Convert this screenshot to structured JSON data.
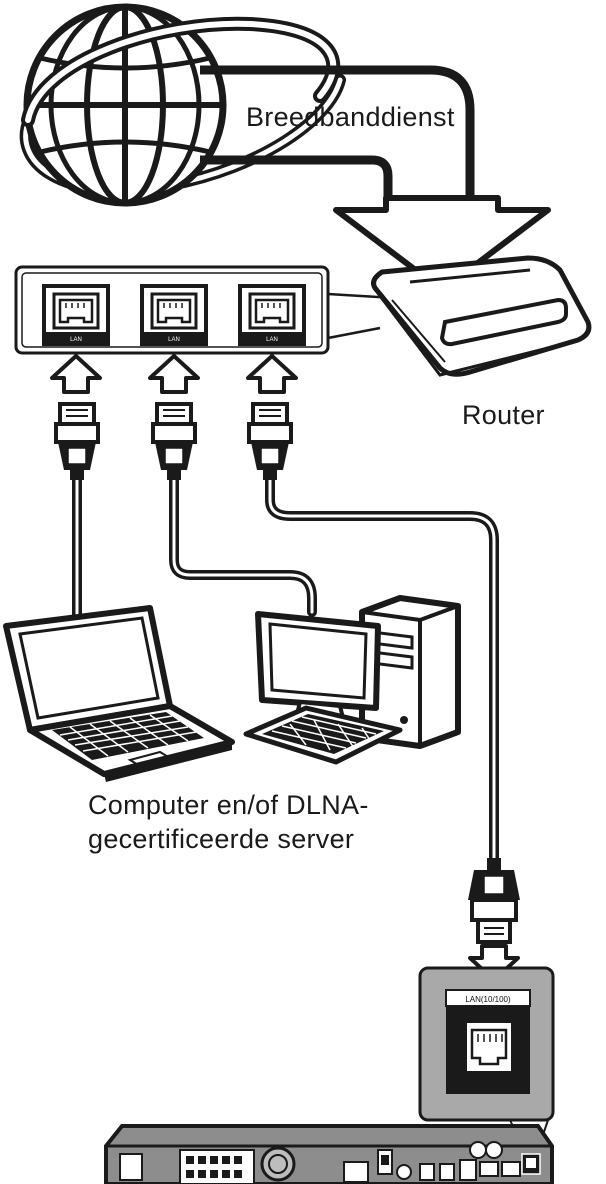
{
  "labels": {
    "broadband": "Breedbanddienst",
    "router": "Router",
    "computer_line1": "Computer en/of DLNA-",
    "computer_line2": "gecertificeerde server"
  },
  "ports": {
    "router_port_label": "LAN",
    "player_port_label": "LAN(10/100)"
  }
}
